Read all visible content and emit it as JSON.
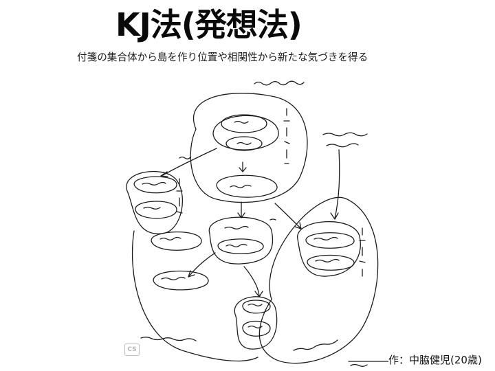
{
  "slide": {
    "title": "KJ法(発想法)",
    "subtitle": "付箋の集合体から島を作り位置や相関性から新たな気づきを得る",
    "credit": "作：中脇健児(20歳)"
  },
  "scan_watermark": {
    "badge": "CS"
  },
  "sketch": {
    "description_icon": "hand-drawn-kj-method-diagram"
  }
}
